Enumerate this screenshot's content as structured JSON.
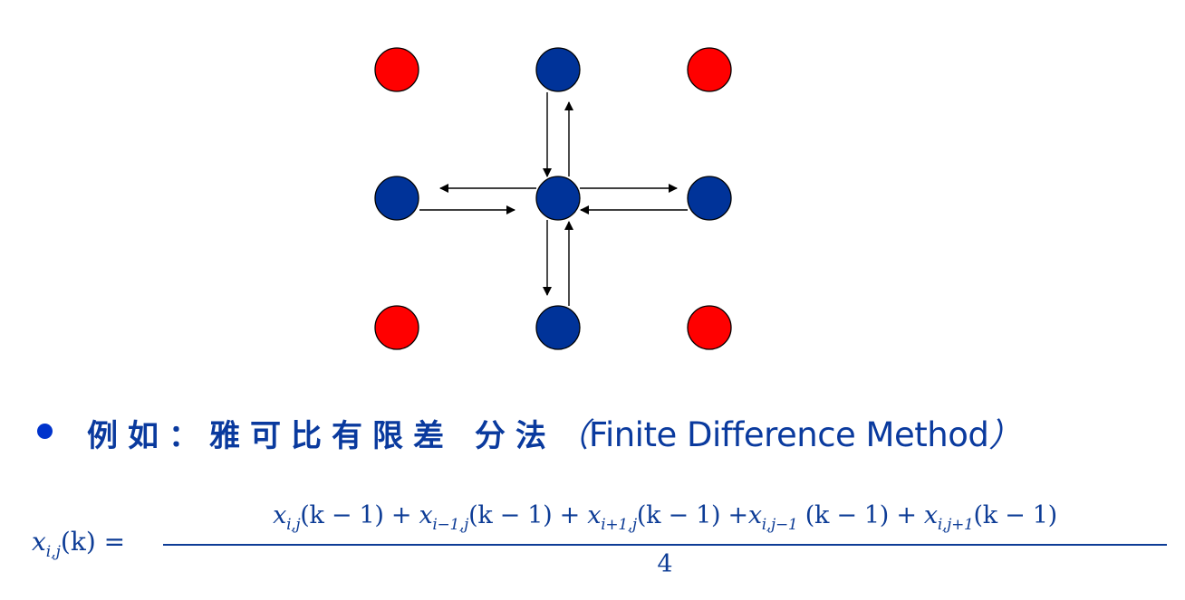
{
  "diagram": {
    "title": "Jacobi finite difference 5-point stencil",
    "colors": {
      "boundary_node": "#ff0000",
      "active_node": "#003399",
      "node_stroke": "#000000",
      "arrow": "#000000"
    },
    "grid": {
      "columns_x": [
        438,
        616,
        783
      ],
      "rows_y": [
        77,
        219,
        362
      ],
      "node_radius": 24
    },
    "nodes": [
      {
        "id": "top-left",
        "row": 0,
        "col": 0,
        "type": "corner",
        "color": "red"
      },
      {
        "id": "top",
        "row": 0,
        "col": 1,
        "type": "neighbor",
        "color": "blue"
      },
      {
        "id": "top-right",
        "row": 0,
        "col": 2,
        "type": "corner",
        "color": "red"
      },
      {
        "id": "left",
        "row": 1,
        "col": 0,
        "type": "neighbor",
        "color": "blue"
      },
      {
        "id": "center",
        "row": 1,
        "col": 1,
        "type": "center",
        "color": "blue"
      },
      {
        "id": "right",
        "row": 1,
        "col": 2,
        "type": "neighbor",
        "color": "blue"
      },
      {
        "id": "bottom-left",
        "row": 2,
        "col": 0,
        "type": "corner",
        "color": "red"
      },
      {
        "id": "bottom",
        "row": 2,
        "col": 1,
        "type": "neighbor",
        "color": "blue"
      },
      {
        "id": "bottom-right",
        "row": 2,
        "col": 2,
        "type": "corner",
        "color": "red"
      }
    ],
    "edges": [
      {
        "from": "top",
        "to": "center",
        "direction": "down"
      },
      {
        "from": "center",
        "to": "top",
        "direction": "up"
      },
      {
        "from": "center",
        "to": "left",
        "direction": "left"
      },
      {
        "from": "left",
        "to": "center",
        "direction": "right"
      },
      {
        "from": "center",
        "to": "right",
        "direction": "right"
      },
      {
        "from": "right",
        "to": "center",
        "direction": "left"
      },
      {
        "from": "center",
        "to": "bottom",
        "direction": "down"
      },
      {
        "from": "bottom",
        "to": "center",
        "direction": "up"
      }
    ]
  },
  "bullet": {
    "label_zh": "例如：雅可比有限差 分法",
    "paren_open": "（",
    "label_en": "Finite Difference Method",
    "paren_close": "）"
  },
  "equation": {
    "lhs": {
      "var": "x",
      "sub": "i,j",
      "arg": "(k) ="
    },
    "numerator_terms": [
      {
        "var": "x",
        "sub": "i,j",
        "arg": "(k − 1) + "
      },
      {
        "var": "x",
        "sub": "i−1,j",
        "arg": "(k − 1) + "
      },
      {
        "var": "x",
        "sub": "i+1,j",
        "arg": "(k − 1) +"
      },
      {
        "var": "x",
        "sub": "i,j−1",
        "arg": " (k − 1) + "
      },
      {
        "var": "x",
        "sub": "i,j+1",
        "arg": "(k − 1)"
      }
    ],
    "denominator": "4"
  }
}
